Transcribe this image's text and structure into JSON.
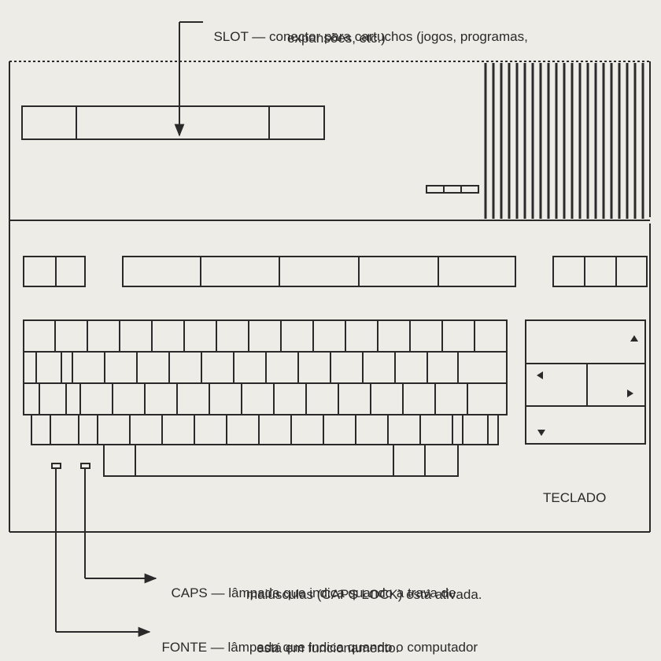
{
  "colors": {
    "line": "#2a2a2a",
    "background": "#eeece7"
  },
  "callouts": {
    "slot": {
      "term": "SLOT",
      "dash": "—",
      "line1": "conector para cartuchos (jogos, programas,",
      "line2": "expansões, etc.)"
    },
    "caps": {
      "term": "CAPS",
      "dash": "—",
      "line1": "lâmpada que indica quando a trava de",
      "line2": "maiúsculas (CAPS LOCK) está ativada."
    },
    "fonte": {
      "term": "FONTE",
      "dash": "—",
      "line1": "lâmpada que indica quando o computador",
      "line2": "está em funcionamento."
    }
  },
  "keyboard_label": "TECLADO",
  "icons": {
    "keypad_up": "triangle-up-icon",
    "keypad_left": "triangle-left-icon",
    "keypad_right": "triangle-right-icon",
    "keypad_down": "triangle-down-icon"
  }
}
